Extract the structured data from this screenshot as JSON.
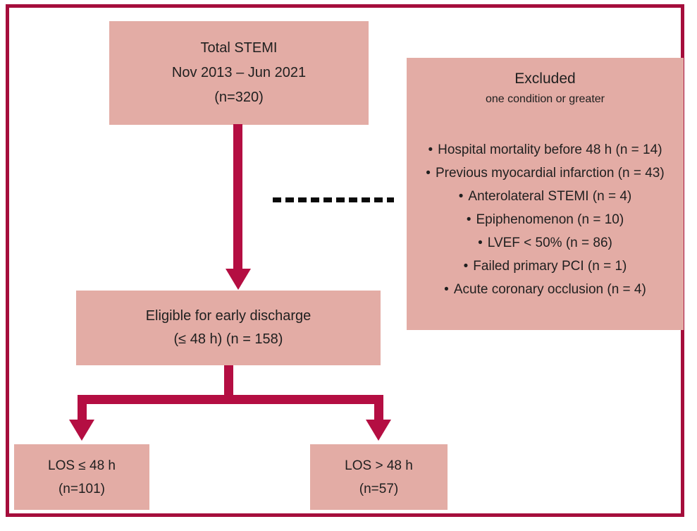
{
  "colors": {
    "box_fill": "#e3aca5",
    "arrow": "#b40e42",
    "frame": "#a50e3c",
    "dash": "#0a0a0a",
    "text": "#1f1f1f"
  },
  "boxes": {
    "total": {
      "lines": [
        "Total STEMI",
        "Nov 2013 – Jun 2021",
        "(n=320)"
      ]
    },
    "excluded": {
      "title": "Excluded",
      "subtitle": "one condition or greater",
      "bullet": "•",
      "items": [
        "Hospital mortality before 48 h (n = 14)",
        "Previous myocardial infarction (n = 43)",
        "Anterolateral STEMI (n = 4)",
        "Epiphenomenon (n = 10)",
        "LVEF < 50% (n = 86)",
        "Failed primary PCI (n = 1)",
        "Acute coronary occlusion (n = 4)"
      ]
    },
    "eligible": {
      "lines": [
        "Eligible for early discharge",
        "(≤ 48 h) (n = 158)"
      ]
    },
    "los_short": {
      "lines": [
        "LOS ≤ 48 h",
        "(n=101)"
      ]
    },
    "los_long": {
      "lines": [
        "LOS > 48 h",
        "(n=57)"
      ]
    }
  }
}
